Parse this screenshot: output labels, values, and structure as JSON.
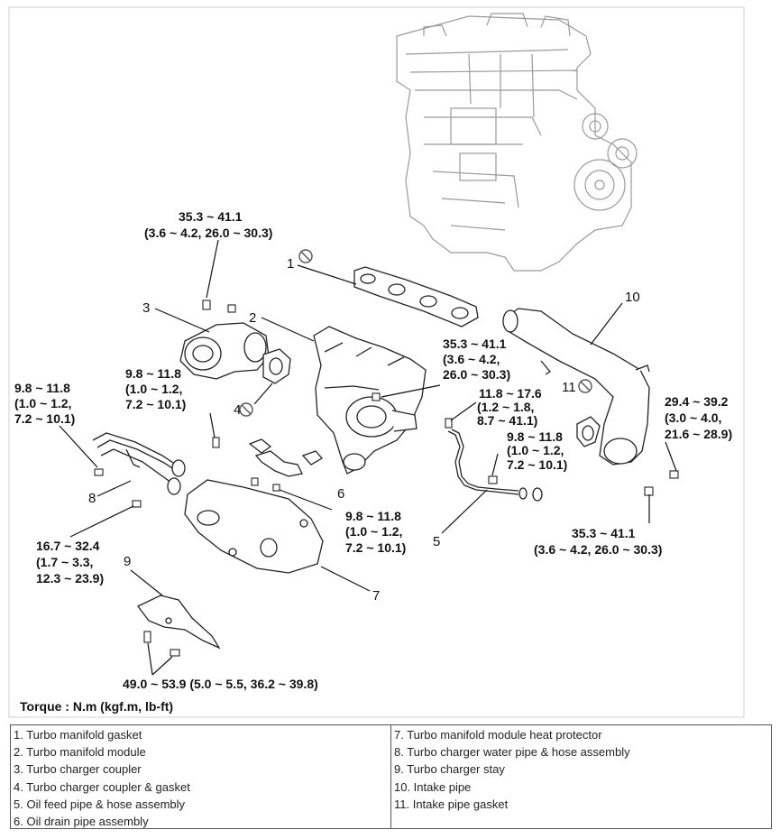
{
  "diagram": {
    "torque_units": "Torque : N.m (kgf.m, lb-ft)",
    "torque_labels": [
      [
        "35.3 ~ 41.1",
        "(3.6 ~ 4.2, 26.0 ~ 30.3)"
      ],
      [
        "35.3 ~ 41.1",
        "(3.6 ~ 4.2,",
        "26.0 ~ 30.3)"
      ],
      [
        "9.8 ~ 11.8",
        "(1.0 ~ 1.2,",
        "7.2 ~ 10.1)"
      ],
      [
        "9.8 ~ 11.8",
        "(1.0 ~ 1.2,",
        "7.2 ~ 10.1)"
      ],
      [
        "11.8 ~ 17.6",
        "(1.2 ~ 1.8,",
        "8.7 ~ 41.1)"
      ],
      [
        "9.8 ~ 11.8",
        "(1.0 ~ 1.2,",
        "7.2 ~ 10.1)"
      ],
      [
        "29.4 ~  39.2",
        "(3.0 ~ 4.0,",
        "21.6 ~ 28.9)"
      ],
      [
        "9.8 ~ 11.8",
        "(1.0 ~ 1.2,",
        "7.2 ~ 10.1)"
      ],
      [
        "16.7 ~ 32.4",
        "(1.7 ~ 3.3,",
        "12.3 ~ 23.9)"
      ],
      [
        "35.3 ~ 41.1",
        "(3.6 ~ 4.2, 26.0 ~ 30.3)"
      ],
      [
        "49.0 ~ 53.9 (5.0 ~ 5.5, 36.2 ~ 39.8)"
      ]
    ],
    "callouts": [
      "1",
      "2",
      "3",
      "4",
      "5",
      "6",
      "7",
      "8",
      "9",
      "10",
      "11"
    ]
  },
  "legend": {
    "left": [
      "1. Turbo manifold gasket",
      "2. Turbo manifold module",
      "3. Turbo charger coupler",
      "4. Turbo charger coupler & gasket",
      "5. Oil feed pipe & hose assembly",
      "6. Oil drain pipe assembly"
    ],
    "right": [
      "7. Turbo manifold module heat protector",
      "8. Turbo charger water pipe & hose assembly",
      "9. Turbo charger stay",
      "10. Intake pipe",
      "11. Intake pipe gasket"
    ]
  }
}
